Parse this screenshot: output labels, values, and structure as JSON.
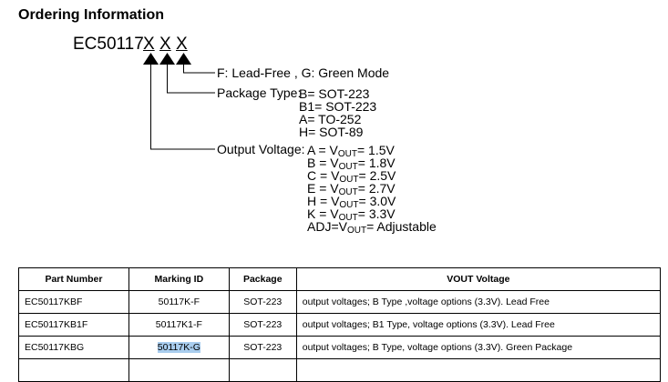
{
  "heading": "Ordering Information",
  "part_code": {
    "base": "EC50117",
    "letters": [
      "X",
      "X",
      "X"
    ]
  },
  "options": {
    "line1": "F: Lead-Free , G: Green Mode",
    "package_label": "Package Type:",
    "package_values": [
      "B= SOT-223",
      "B1= SOT-223",
      "A= TO-252",
      "H= SOT-89"
    ],
    "voltage_label": "Output Voltage:",
    "voltage_values": [
      {
        "prefix": "A = V",
        "sub": "OUT",
        "suffix": "= 1.5V"
      },
      {
        "prefix": "B = V",
        "sub": "OUT",
        "suffix": "= 1.8V"
      },
      {
        "prefix": "C = V",
        "sub": "OUT",
        "suffix": "= 2.5V"
      },
      {
        "prefix": "E = V",
        "sub": "OUT",
        "suffix": "= 2.7V"
      },
      {
        "prefix": "H = V",
        "sub": "OUT",
        "suffix": "= 3.0V"
      },
      {
        "prefix": "K = V",
        "sub": "OUT",
        "suffix": "= 3.3V"
      },
      {
        "prefix": "ADJ=V",
        "sub": "OUT",
        "suffix": "= Adjustable"
      }
    ]
  },
  "table": {
    "headers": [
      "Part Number",
      "Marking ID",
      "Package",
      "VOUT Voltage"
    ],
    "rows": [
      [
        "EC50117KBF",
        "50117K-F",
        "SOT-223",
        "output voltages; B Type ,voltage options (3.3V). Lead Free"
      ],
      [
        "EC50117KB1F",
        "50117K1-F",
        "SOT-223",
        "output voltages; B1 Type, voltage options (3.3V). Lead Free"
      ],
      [
        "EC50117KBG",
        "50117K-G",
        "SOT-223",
        "output voltages; B Type, voltage options (3.3V). Green Package"
      ]
    ]
  },
  "colors": {
    "text": "#000000",
    "selection_highlight": "#a9cdee"
  }
}
